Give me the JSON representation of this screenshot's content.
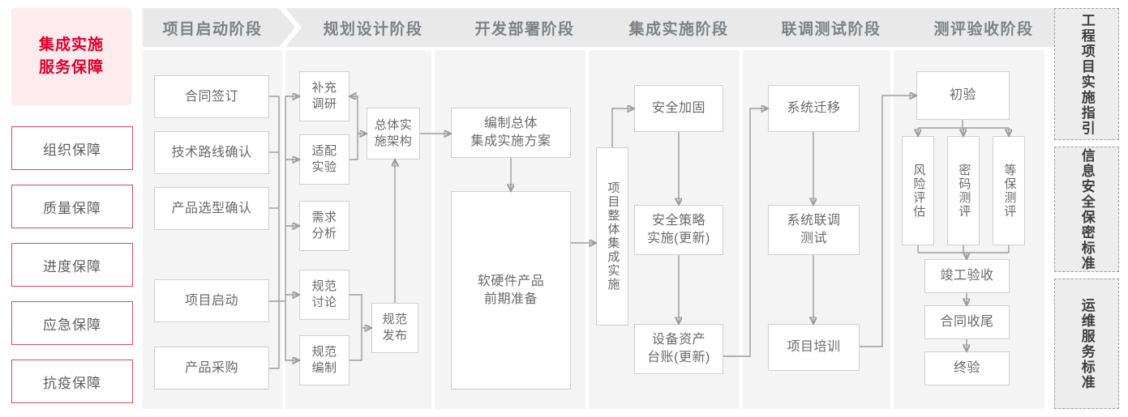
{
  "left_rail": {
    "title": "集成实施\n服务保障",
    "title_line1": "集成实施",
    "title_line2": "服务保障",
    "items": [
      {
        "label": "组织保障"
      },
      {
        "label": "质量保障"
      },
      {
        "label": "进度保障"
      },
      {
        "label": "应急保障"
      },
      {
        "label": "抗疫保障"
      }
    ]
  },
  "phases": [
    {
      "id": "startup",
      "title": "项目启动阶段",
      "nodes": [
        {
          "id": "contract_sign",
          "label": "合同签订"
        },
        {
          "id": "tech_route",
          "label": "技术路线确认"
        },
        {
          "id": "product_select",
          "label": "产品选型确认"
        },
        {
          "id": "project_kickoff",
          "label": "项目启动"
        },
        {
          "id": "product_buy",
          "label": "产品采购"
        }
      ]
    },
    {
      "id": "planning",
      "title": "规划设计阶段",
      "nodes": [
        {
          "id": "extra_research",
          "label": "补充\n调研",
          "l1": "补充",
          "l2": "调研"
        },
        {
          "id": "adapt_test",
          "label": "适配\n实验",
          "l1": "适配",
          "l2": "实验"
        },
        {
          "id": "req_analysis",
          "label": "需求\n分析",
          "l1": "需求",
          "l2": "分析"
        },
        {
          "id": "spec_discuss",
          "label": "规范\n讨论",
          "l1": "规范",
          "l2": "讨论"
        },
        {
          "id": "spec_write",
          "label": "规范\n编制",
          "l1": "规范",
          "l2": "编制"
        },
        {
          "id": "overall_arch",
          "label": "总体实\n施架构",
          "l1": "总体实",
          "l2": "施架构"
        },
        {
          "id": "spec_release",
          "label": "规范\n发布",
          "l1": "规范",
          "l2": "发布"
        }
      ]
    },
    {
      "id": "develop",
      "title": "开发部署阶段",
      "nodes": [
        {
          "id": "write_plan",
          "label": "编制总体\n集成实施方案",
          "l1": "编制总体",
          "l2": "集成实施方案"
        },
        {
          "id": "hw_sw_prep",
          "label": "软硬件产品\n前期准备",
          "l1": "软硬件产品",
          "l2": "前期准备"
        }
      ]
    },
    {
      "id": "integration",
      "title": "集成实施阶段",
      "nodes": [
        {
          "id": "overall_integration",
          "label": "项目整体集成实施",
          "vertical": true
        },
        {
          "id": "security_harden",
          "label": "安全加固"
        },
        {
          "id": "security_policy",
          "label": "安全策略\n实施(更新)",
          "l1": "安全策略",
          "l2": "实施(更新)"
        },
        {
          "id": "asset_ledger",
          "label": "设备资产\n台账(更新)",
          "l1": "设备资产",
          "l2": "台账(更新)"
        }
      ]
    },
    {
      "id": "joint_test",
      "title": "联调测试阶段",
      "nodes": [
        {
          "id": "sys_migrate",
          "label": "系统迁移"
        },
        {
          "id": "sys_jointtest",
          "label": "系统联调\n测试",
          "l1": "系统联调",
          "l2": "测试"
        },
        {
          "id": "training",
          "label": "项目培训"
        }
      ]
    },
    {
      "id": "acceptance",
      "title": "测评验收阶段",
      "nodes": [
        {
          "id": "first_accept",
          "label": "初验"
        },
        {
          "id": "risk_assess",
          "label": "风险评估",
          "vertical": true
        },
        {
          "id": "crypto_eval",
          "label": "密码测评",
          "vertical": true
        },
        {
          "id": "grade_eval",
          "label": "等保测评",
          "vertical": true
        },
        {
          "id": "final_check",
          "label": "竣工验收"
        },
        {
          "id": "contract_close",
          "label": "合同收尾"
        },
        {
          "id": "final_accept",
          "label": "终验"
        }
      ]
    }
  ],
  "right_rail": {
    "items": [
      {
        "id": "eng_guide",
        "label": "工程项目实施指引"
      },
      {
        "id": "sec_std",
        "label": "信息安全保密标准"
      },
      {
        "id": "ops_std",
        "label": "运维服务标准"
      }
    ]
  },
  "colors": {
    "brand_red": "#e1002a",
    "rail_pink_bg": "#fdebee",
    "rail_border": "#e0485f",
    "phase_head_bg": "#e9e9e9",
    "phase_head_text": "#7c8288",
    "phase_body_bg": "#f4f4f4",
    "node_border": "#cfcfcf",
    "node_text": "#6a6a6a",
    "wire": "#9b9b9b",
    "std_bg": "#ededed",
    "std_border": "#9a9a9a"
  }
}
